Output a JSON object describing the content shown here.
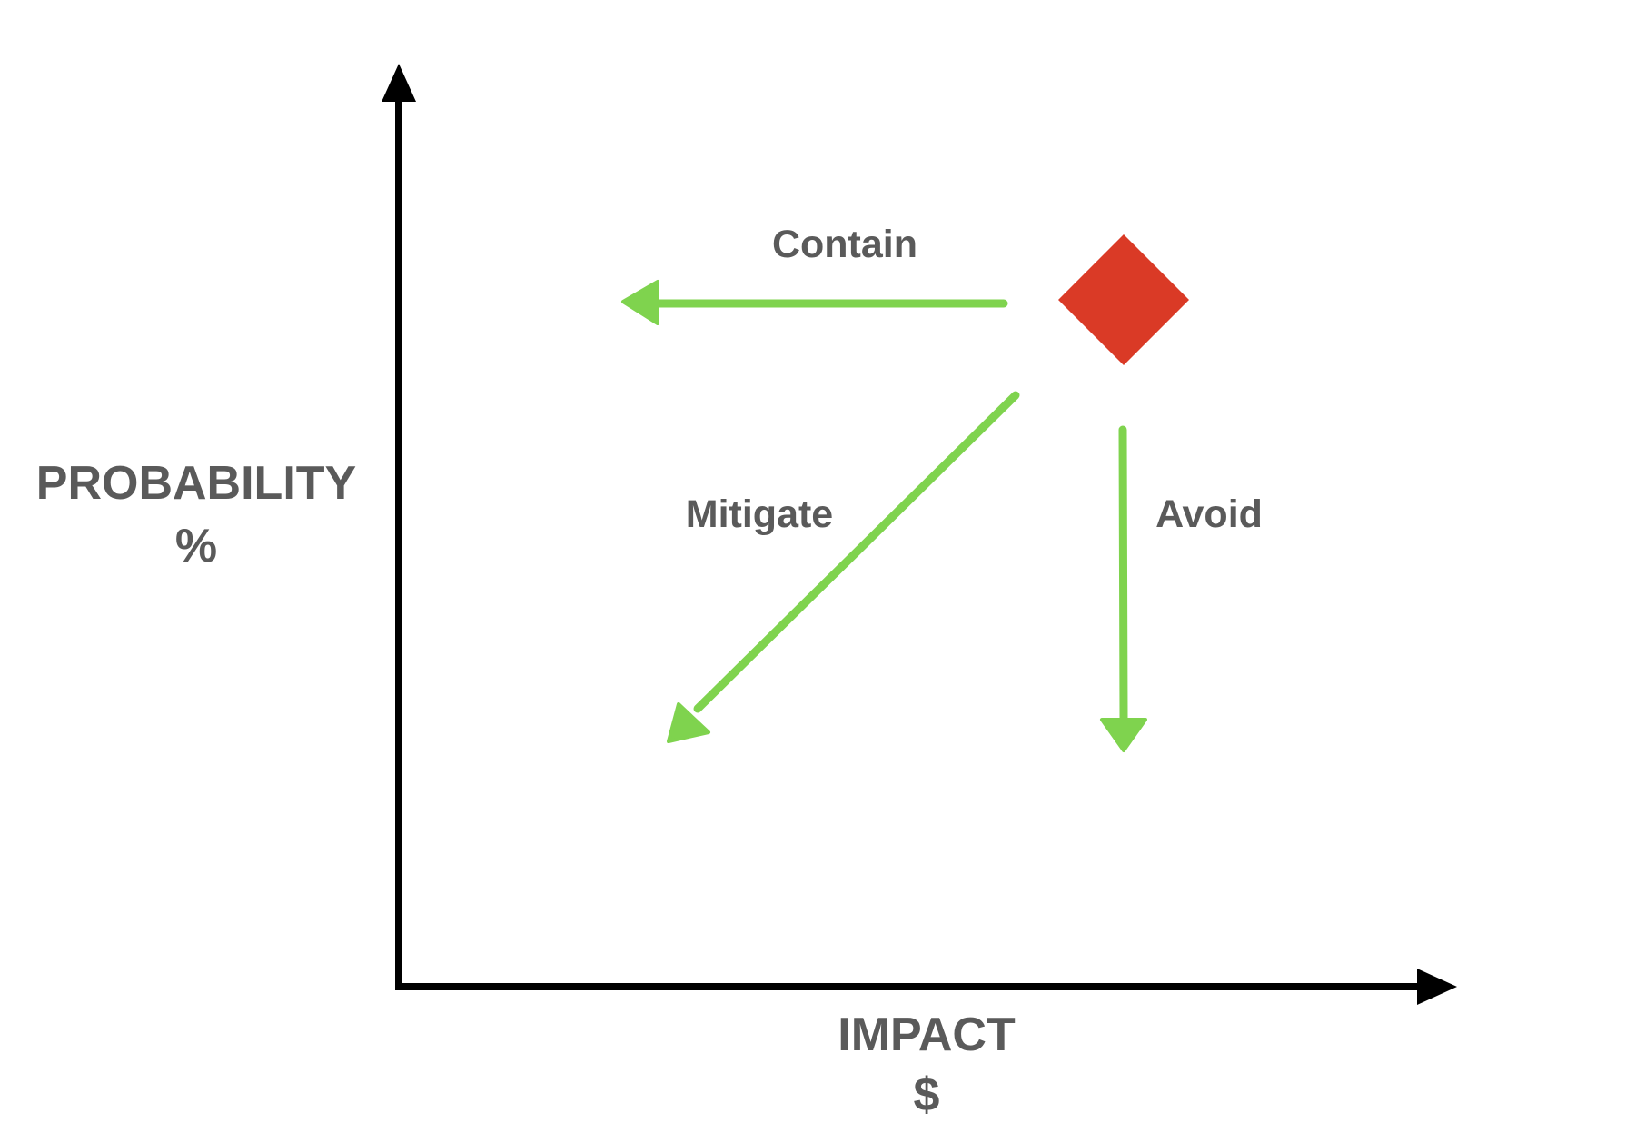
{
  "axes": {
    "y_title": "PROBABILITY",
    "y_unit": "%",
    "x_title": "IMPACT",
    "x_unit": "$"
  },
  "actions": {
    "contain": "Contain",
    "mitigate": "Mitigate",
    "avoid": "Avoid"
  },
  "colors": {
    "risk_marker": "#da3a26",
    "action_arrows": "#7fd34e",
    "axes": "#000000",
    "labels": "#5a5a5a"
  }
}
